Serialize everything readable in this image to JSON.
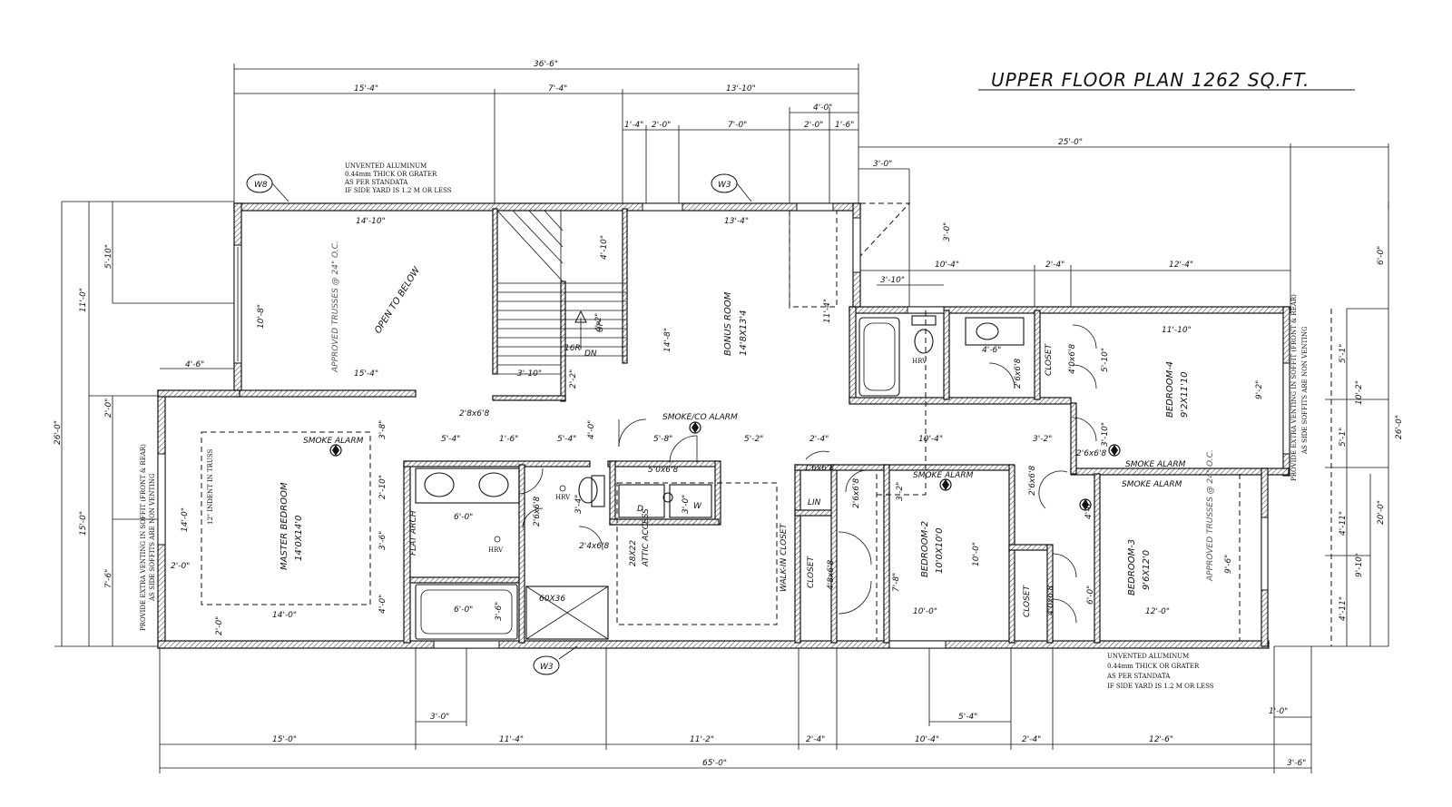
{
  "title": "UPPER FLOOR PLAN 1262 SQ.FT.",
  "rooms": {
    "open_to_below": "OPEN TO BELOW",
    "bonus_room": "BONUS ROOM",
    "bonus_room_size": "14'8X13'4",
    "master_bedroom": "MASTER BEDROOM",
    "master_bedroom_size": "14'0X14'0",
    "bedroom2": "BEDROOM-2",
    "bedroom2_size": "10'0X10'0",
    "bedroom3": "BEDROOM-3",
    "bedroom3_size": "9'6X12'0",
    "bedroom4": "BEDROOM-4",
    "bedroom4_size": "9'2X11'10",
    "walkin_closet": "WALK-IN CLOSET",
    "closet": "CLOSET",
    "lin": "LIN",
    "attic_access": "ATTIC ACCESS",
    "attic_size": "28X22",
    "flat_arch": "FLAT ARCH",
    "indent": "12\" INDENT IN TRUSS",
    "trusses": "APPROVED TRUSSES @ 24\" O.C.",
    "shower": "60X36",
    "dryer": "D",
    "washer": "W",
    "up": "UP",
    "dn": "DN",
    "r": "16R"
  },
  "alarms": {
    "smoke": "SMOKE ALARM",
    "smoke_co": "SMOKE/CO ALARM",
    "hrv": "HRV"
  },
  "tags": {
    "w8": "W8",
    "w3": "W3"
  },
  "notes": {
    "venting_l1": "UNVENTED ALUMINUM",
    "venting_l2": "0.44mm THICK OR GRATER",
    "venting_l3": "AS PER STANDATA",
    "venting_l4": "IF SIDE YARD IS 1.2 M OR LESS",
    "soffit_l1": "PROVIDE EXTRA VENTING IN SOFFIT (FRONT & REAR)",
    "soffit_l2": "AS SIDE SOFFITS ARE NON VENTING"
  },
  "doors": {
    "d2868": "2'8x6'8",
    "d5068": "5'0x6'8",
    "d2668": "2'6x6'8",
    "d2468": "2'4x6'8",
    "d4068": "4'0x6'8",
    "d4868": "4'8x6'8",
    "d1668": "1'6x6'8"
  },
  "dims": {
    "top_total": "36'-6\"",
    "top_a": "15'-4\"",
    "top_b": "7'-4\"",
    "top_c": "13'-10\"",
    "w_1_4": "1'-4\"",
    "w_2_0": "2'-0\"",
    "w_7_0": "7'-0\"",
    "w_4_0": "4'-0\"",
    "w_2_0b": "2'-0\"",
    "w_1_6": "1'-6\"",
    "r_25_0": "25'-0\"",
    "r_3_0": "3'-0\"",
    "r_3_0v": "3'-0\"",
    "r_3_10": "3'-10\"",
    "r_10_4": "10'-4\"",
    "r_2_4": "2'-4\"",
    "r_12_4": "12'-4\"",
    "o_14_10": "14'-10\"",
    "o_10_8": "10'-8\"",
    "o_15_4": "15'-4\"",
    "o_4_6": "4'-6\"",
    "st_4_10": "4'-10\"",
    "st_4_2": "4'-2\"",
    "st_2_2": "2'-2\"",
    "st_3_10": "3'-10\"",
    "b_13_4": "13'-4\"",
    "b_14_8": "14'-8\"",
    "b_11_4": "11'-4\"",
    "m_5_4": "5'-4\"",
    "m_1_6": "1'-6\"",
    "m_5_4b": "5'-4\"",
    "m_4_0": "4'-0\"",
    "m_5_8": "5'-8\"",
    "m_5_2": "5'-2\"",
    "m_2_4": "2'-4\"",
    "m_10_4": "10'-4\"",
    "m_3_2": "3'-2\"",
    "mb_14_0v": "14'-0\"",
    "mb_14_0": "14'-0\"",
    "mb_2_0": "2'-0\"",
    "mb_2_0b": "2'-0\"",
    "mb_3_8": "3'-8\"",
    "mb_2_10": "2'-10\"",
    "mb_3_6": "3'-6\"",
    "mb_4_0": "4'-0\"",
    "en_6_0": "6'-0\"",
    "en_6_0b": "6'-0\"",
    "en_3_6": "3'-6\"",
    "l_5_10": "5'-10\"",
    "l_11_0": "11'-0\"",
    "l_2_0": "2'-0\"",
    "l_26_0": "26'-0\"",
    "l_15_0": "15'-0\"",
    "l_7_6": "7'-6\"",
    "rr_6_0": "6'-0\"",
    "rr_5_1": "5'-1\"",
    "rr_10_2": "10'-2\"",
    "rr_5_1b": "5'-1\"",
    "rr_26_0": "26'-0\"",
    "rr_20_0": "20'-0\"",
    "rr_4_11": "4'-11\"",
    "rr_9_10": "9'-10\"",
    "rr_4_11b": "4'-11\"",
    "rr_1_0": "1'-0\"",
    "b4_11_10": "11'-10\"",
    "b4_9_2": "9'-2\"",
    "b4_5_10": "5'-10\"",
    "b4_3_10": "3'-10\"",
    "ba_4_6": "4'-6\"",
    "b2_10_0": "10'-0\"",
    "b2_10_0b": "10'-0\"",
    "b2_7_8": "7'-8\"",
    "b2_3_2": "3'-2\"",
    "b3_12_0": "12'-0\"",
    "b3_9_6": "9'-6\"",
    "b3_4_0": "4'-0\"",
    "b3_6_0": "6'-0\"",
    "lr_3_4": "3'-4\"",
    "lr_3_0": "3'-0\"",
    "bot_3_0": "3'-0\"",
    "bot_5_4": "5'-4\"",
    "bot_15_0": "15'-0\"",
    "bot_11_4": "11'-4\"",
    "bot_11_2": "11'-2\"",
    "bot_2_4": "2'-4\"",
    "bot_10_4": "10'-4\"",
    "bot_2_4b": "2'-4\"",
    "bot_12_6": "12'-6\"",
    "bot_total": "65'-0\"",
    "bot_3_6": "3'-6\""
  }
}
